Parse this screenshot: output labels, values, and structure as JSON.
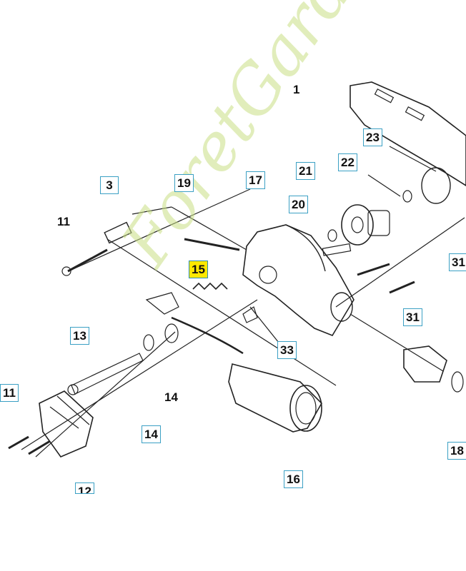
{
  "callouts": {
    "c1": "1",
    "c3": "3",
    "c11a": "11",
    "c11b": "11",
    "c13": "13",
    "c14a": "14",
    "c14b": "14",
    "c15": "15",
    "c16": "16",
    "c17": "17",
    "c18": "18",
    "c19": "19",
    "c20": "20",
    "c21": "21",
    "c22": "22",
    "c23": "23",
    "c31a": "31",
    "c31b": "31",
    "c33": "33",
    "c12": "12"
  },
  "highlight_part": "15",
  "watermark": "ForetGarden.com",
  "colors": {
    "callout_border": "#3ba0c4",
    "highlight": "#ffe800",
    "line": "#222222",
    "watermark": "#c9df85"
  }
}
